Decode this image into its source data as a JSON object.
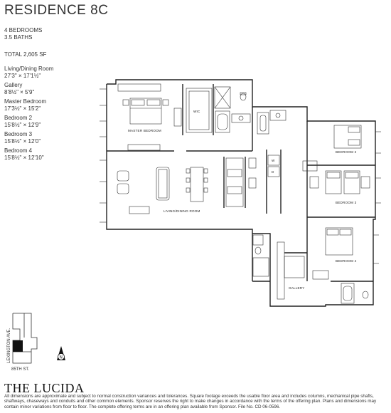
{
  "header": {
    "title": "RESIDENCE 8C"
  },
  "summary": {
    "bedrooms": "4 BEDROOMS",
    "baths": "3.5 BATHS",
    "total": "TOTAL 2,605 SF"
  },
  "rooms": [
    {
      "name": "Living/Dining Room",
      "dims": "27'3\" × 17'1½\""
    },
    {
      "name": "Gallery",
      "dims": "8'8½\" × 5'9\""
    },
    {
      "name": "Master Bedroom",
      "dims": "17'3½\" × 15'2\""
    },
    {
      "name": "Bedroom 2",
      "dims": "15'8½\" × 12'9\""
    },
    {
      "name": "Bedroom 3",
      "dims": "15'8½\" × 12'0\""
    },
    {
      "name": "Bedroom 4",
      "dims": "15'8½\" × 12'10\""
    }
  ],
  "plan_labels": {
    "wic": "WIC",
    "master": "MASTER BEDROOM",
    "bedroom2": "BEDROOM 2",
    "bedroom3": "BEDROOM 3",
    "bedroom4": "BEDROOM 4",
    "living": "LIVING/DINING ROOM",
    "gallery": "GALLERY",
    "washer": "W",
    "dryer": "D"
  },
  "keymap": {
    "street_side": "LEXINGTON AVE.",
    "street_bottom": "85TH ST.",
    "north": "N"
  },
  "footer": {
    "brand": "THE LUCIDA",
    "disclaimer": "All dimensions are approximate and subject to normal construction variances and tolerances.  Square footage exceeds the usable floor area and includes columns, mechanical pipe shafts, shaftways, chaseways and conduits and other common elements.  Sponsor reserves the right to make changes in accordance with the terms of the offering plan. Plans and dimensions may contain minor variations from floor to floor. The complete offering terms are in an offering plan available from Sponsor.  File No. CD 06-0596."
  }
}
